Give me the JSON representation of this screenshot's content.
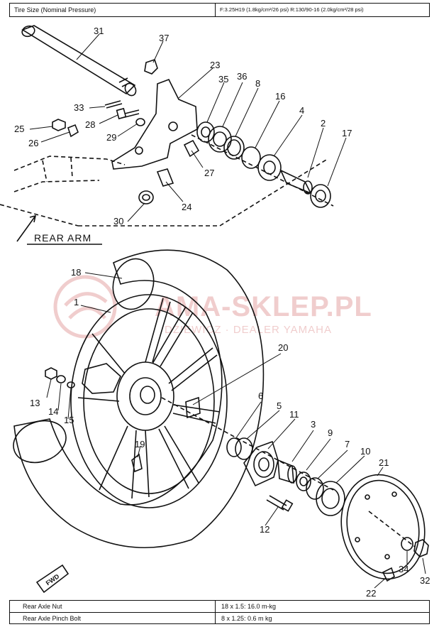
{
  "header": {
    "tire_size_label": "Tire Size (Nominal Pressure)",
    "tire_size_value": "F:3.25H19 (1.8kg/cm²/26 psi) R:130/90-16 (2.0kg/cm²/28 psi)"
  },
  "watermark": {
    "main": "AMA-SKLEP.PL",
    "sub": "DZIEWICZ · DEALER YAMAHA"
  },
  "diagram": {
    "rear_arm_label": "REAR ARM",
    "fwd_label": "FWD",
    "parts": [
      "31",
      "37",
      "23",
      "35",
      "36",
      "8",
      "16",
      "4",
      "2",
      "17",
      "33",
      "28",
      "25",
      "26",
      "29",
      "27",
      "24",
      "30",
      "18",
      "1",
      "20",
      "13",
      "14",
      "15",
      "6",
      "5",
      "11",
      "3",
      "9",
      "7",
      "10",
      "21",
      "19",
      "12",
      "34",
      "32",
      "22"
    ]
  },
  "footer": {
    "rows": [
      {
        "name": "Rear Axle Nut",
        "value": "18 x 1.5: 16.0 m-kg"
      },
      {
        "name": "Rear Axle Pinch Bolt",
        "value": "8 x 1.25: 0.6 m kg"
      }
    ]
  }
}
